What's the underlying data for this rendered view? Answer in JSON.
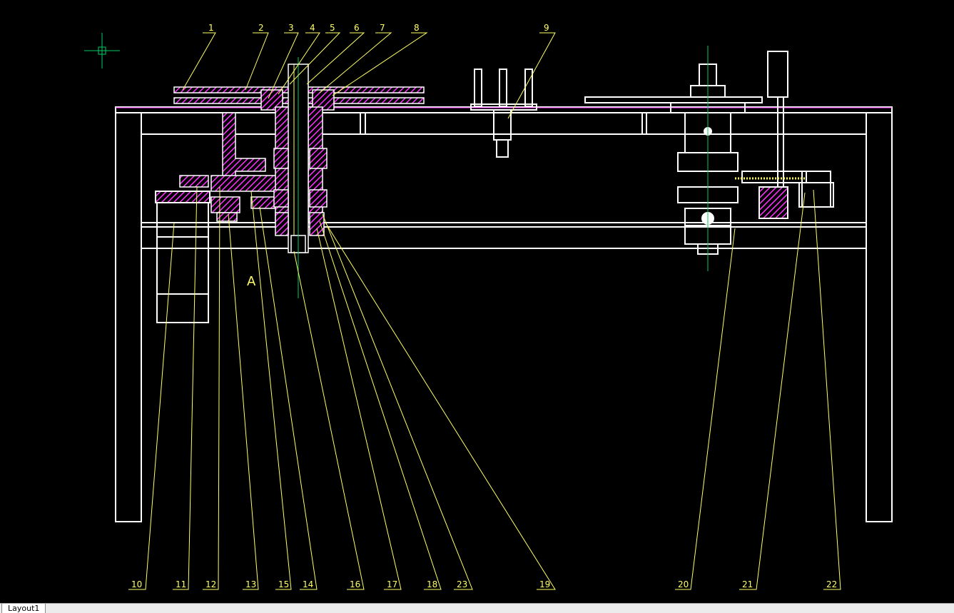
{
  "drawing": {
    "labels": {
      "l1": "1",
      "l2": "2",
      "l3": "3",
      "l4": "4",
      "l5": "5",
      "l6": "6",
      "l7": "7",
      "l8": "8",
      "l9": "9",
      "lA": "A",
      "l10": "10",
      "l11": "11",
      "l12": "12",
      "l13": "13",
      "l15": "15",
      "l14": "14",
      "l16": "16",
      "l17": "17",
      "l18": "18",
      "l23": "23",
      "l19": "19",
      "l20": "20",
      "l21": "21",
      "l22": "22"
    }
  },
  "tabs": {
    "layout": "Layout1"
  },
  "colors": {
    "background": "#000000",
    "frame": "#ffffff",
    "hatch": "#ff33ff",
    "leader": "#ffff66",
    "centerline": "#00cc66",
    "crosshair": "#00cc66"
  }
}
